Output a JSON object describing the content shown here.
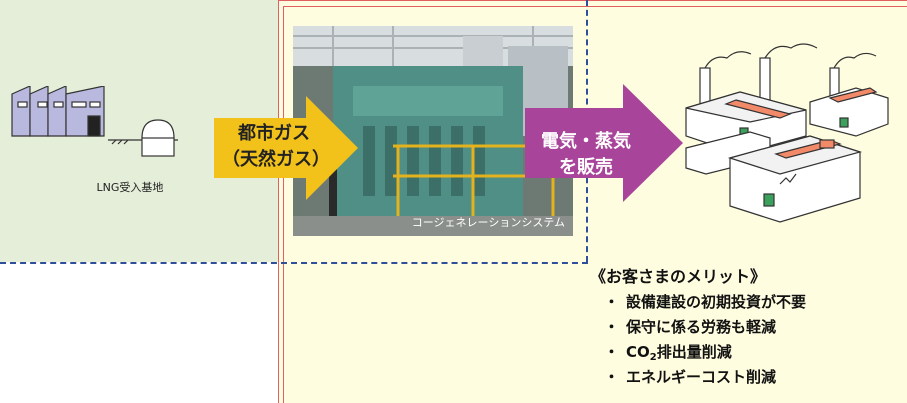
{
  "lng": {
    "caption": "LNG受入基地"
  },
  "arrow_gas": {
    "line1": "都市ガス",
    "line2": "（天然ガス）"
  },
  "photo": {
    "caption": "コージェネレーションシステム"
  },
  "arrow_sale": {
    "line1": "電気・蒸気",
    "line2": "を販売"
  },
  "merits": {
    "title": "《お客さまのメリット》",
    "bullet": "・",
    "items": [
      {
        "text": "設備建設の初期投資が不要"
      },
      {
        "text": "保守に係る労務も軽減"
      },
      {
        "pre": "CO",
        "sub": "2",
        "post": "排出量削減"
      },
      {
        "text": "エネルギーコスト削減"
      }
    ]
  },
  "colors": {
    "left_region": "#e4eed8",
    "right_region": "#fffde0",
    "dashed_border": "#2f4f9a",
    "red_border": "#e06060",
    "arrow_gas": "#f3c21a",
    "arrow_sale": "#a8449a"
  },
  "icons": [
    "lng-terminal-illustration",
    "factory-buildings-illustration",
    "cogeneration-engine-photo"
  ]
}
